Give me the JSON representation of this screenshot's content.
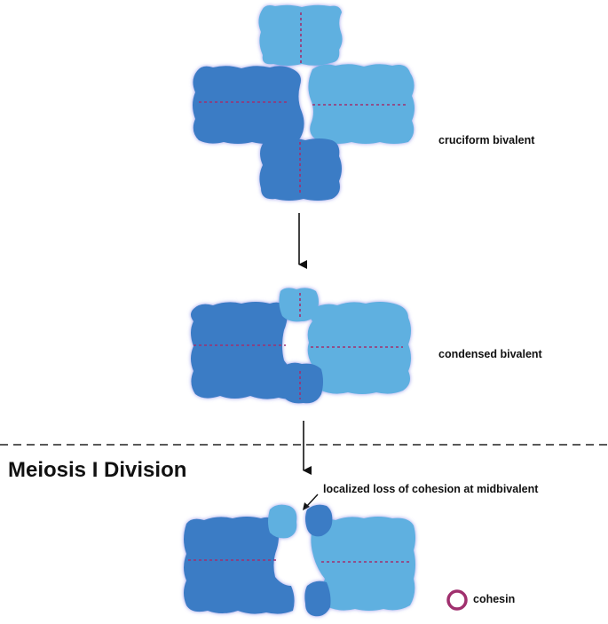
{
  "stages": {
    "cruciform_label": "cruciform bivalent",
    "condensed_label": "condensed bivalent"
  },
  "division": {
    "title": "Meiosis I Division",
    "annotation": "localized loss of cohesion at midbivalent"
  },
  "legend": {
    "cohesin_label": "cohesin"
  },
  "colors": {
    "homolog_dark": "#3b7cc5",
    "homolog_light": "#5fb0e0",
    "cohesin": "#a0306e",
    "arrow": "#111111",
    "divider": "#222222"
  }
}
